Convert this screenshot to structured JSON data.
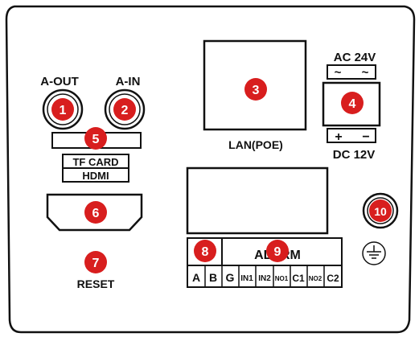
{
  "labels": {
    "a_out": "A-OUT",
    "a_in": "A-IN",
    "ac": "AC 24V",
    "dc": "DC 12V",
    "lan": "LAN(POE)",
    "tf_card": "TF CARD",
    "hdmi": "HDMI",
    "reset": "RESET",
    "alarm": "ALARM",
    "ac_wave_left": "~",
    "ac_wave_right": "~",
    "dc_plus": "+",
    "dc_minus": "−"
  },
  "terminals": {
    "rs485": [
      "A",
      "B"
    ],
    "alarm_pins": [
      "G",
      "IN1",
      "IN2",
      "NO1",
      "C1",
      "NO2",
      "C2"
    ]
  },
  "badges": [
    "1",
    "2",
    "3",
    "4",
    "5",
    "6",
    "7",
    "8",
    "9",
    "10"
  ],
  "icons": {
    "ground": "ground-symbol-icon"
  },
  "colors": {
    "badge": "#d81e1e",
    "badge_text": "#ffffff",
    "line": "#111111",
    "background": "#ffffff"
  }
}
